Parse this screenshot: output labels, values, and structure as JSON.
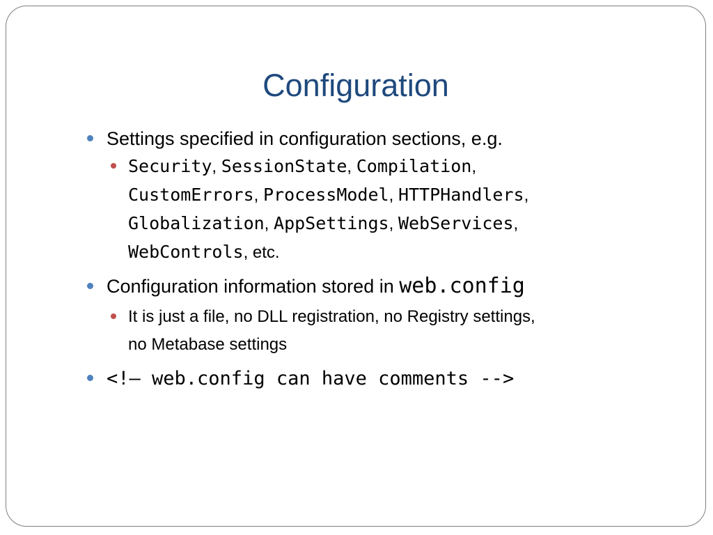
{
  "slide": {
    "title": "Configuration",
    "bullets": [
      {
        "text": "Settings specified in configuration sections, e.g."
      },
      {
        "sub": {
          "items": [
            "Security",
            "SessionState",
            "Compilation",
            "CustomErrors",
            "ProcessModel",
            "HTTPHandlers",
            "Globalization",
            "AppSettings",
            "WebServices",
            "WebControls"
          ],
          "sep": ", ",
          "tail": ", etc."
        }
      },
      {
        "text": "Configuration information stored in ",
        "code": "web.config"
      },
      {
        "sub2": {
          "line1": "It is just a file, no DLL registration, no Registry settings,",
          "line2": "no Metabase settings"
        }
      },
      {
        "code": "<!– web.config can have comments -->"
      }
    ]
  },
  "colors": {
    "title": "#1f497d",
    "bullet_level1": "#4f81bd",
    "bullet_level2": "#c0504d",
    "border": "#7f7f7f"
  }
}
